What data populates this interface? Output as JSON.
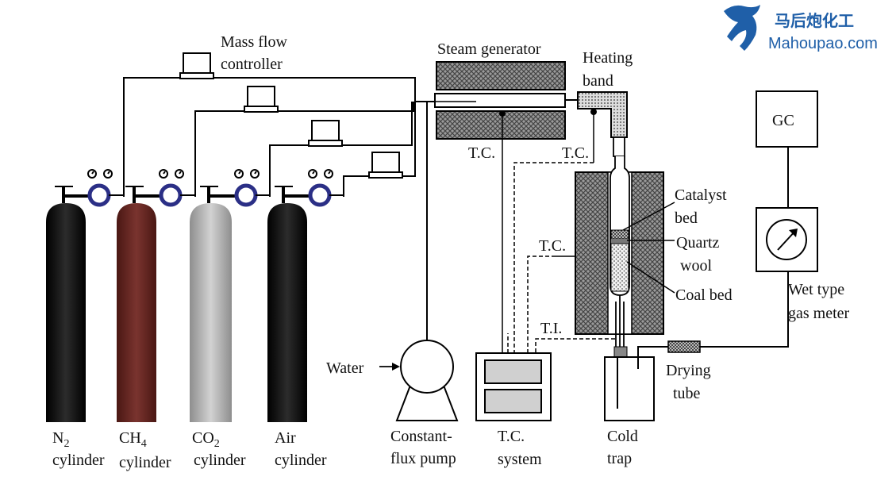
{
  "labels": {
    "mfc_1": "Mass flow",
    "mfc_2": "controller",
    "steam_generator": "Steam generator",
    "heating_1": "Heating",
    "heating_2": "band",
    "tc_steam": "T.C.",
    "tc_band": "T.C.",
    "tc_reactor": "T.C.",
    "ti": "T.I.",
    "catalyst_1": "Catalyst",
    "catalyst_2": "bed",
    "quartz_1": "Quartz",
    "quartz_2": "wool",
    "coal_bed": "Coal bed",
    "gc": "GC",
    "meter_1": "Wet type",
    "meter_2": "gas meter",
    "water": "Water",
    "pump_1": "Constant-",
    "pump_2": "flux pump",
    "tcsys_1": "T.C.",
    "tcsys_2": "system",
    "cold_1": "Cold",
    "cold_2": "trap",
    "drying_1": "Drying",
    "drying_2": "tube",
    "n2_main": "N",
    "n2_sub": "2",
    "ch4_main": "CH",
    "ch4_sub": "4",
    "co2_main": "CO",
    "co2_sub": "2",
    "air": "Air",
    "cylinder": "cylinder"
  },
  "watermark": {
    "cn": "马后炮化工",
    "en": "Mahoupao.com"
  },
  "colors": {
    "n2_cylinder": "#1e1e1e",
    "ch4_cylinder": "#6e2a26",
    "co2_cylinder": "#b8b8b8",
    "air_cylinder": "#1e1e1e",
    "gauge_ring": "#2b2f86",
    "watermark": "#1f5fa8"
  }
}
